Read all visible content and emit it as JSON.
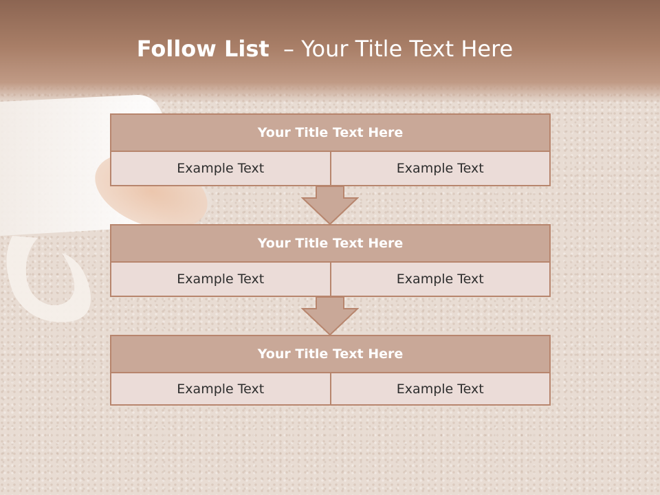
{
  "slide": {
    "title_bold": "Follow List",
    "title_rest": "  – Your Title Text Here"
  },
  "blocks": [
    {
      "title": "Your Title Text Here",
      "cells": [
        "Example Text",
        "Example Text"
      ]
    },
    {
      "title": "Your Title Text Here",
      "cells": [
        "Example Text",
        "Example Text"
      ]
    },
    {
      "title": "Your Title Text Here",
      "cells": [
        "Example Text",
        "Example Text"
      ]
    }
  ],
  "colors": {
    "header": "#a87e67",
    "box_title_fill": "#c9a898",
    "box_cell_fill": "#ebdcd8",
    "border": "#b7856d",
    "arrow": "#c9a898"
  }
}
